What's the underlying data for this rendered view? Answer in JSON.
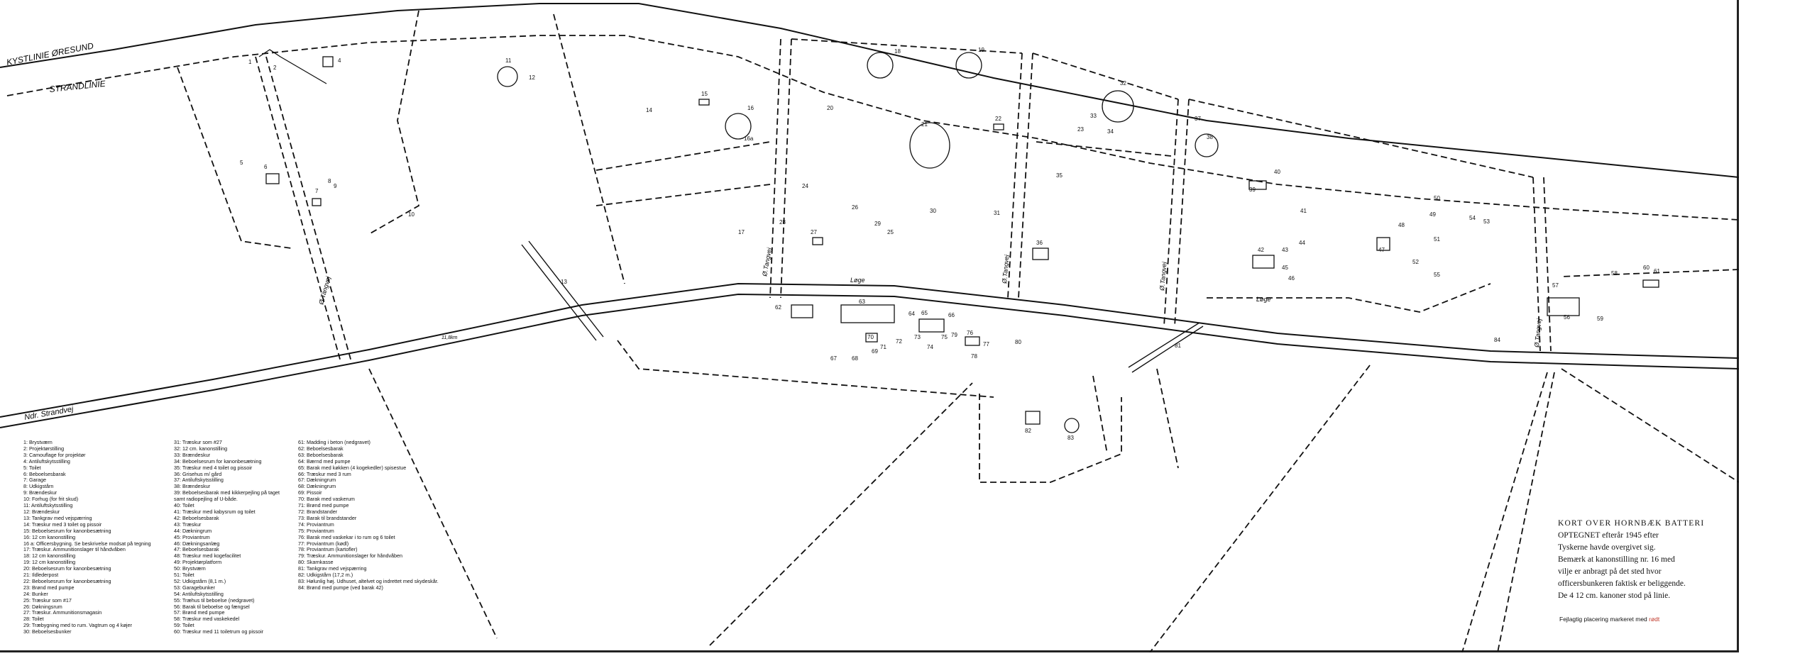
{
  "map_labels": {
    "coastline": "KYSTLINIE ØRESUND",
    "shoreline": "STRANDLINIE",
    "road_main": "Ndr. Strandvej",
    "road_tangvej_1": "Ø.Tangvej",
    "road_tangvej_2": "Ø.Tangvej",
    "road_tangvej_3": "Ø.Tangvej",
    "road_tangvej_4": "Ø.Tangvej",
    "road_tangvej_5": "Ø.Tangvej",
    "loege_1": "Løge",
    "loege_2": "Løge",
    "distance": "11,8km"
  },
  "legend": {
    "col1": [
      "1: Brystværn",
      "2: Projektørstilling",
      "3: Camouflage for projektør",
      "4: Antiluftskytsstilling",
      "5: Toilet",
      "6: Beboelsesbarak",
      "7: Garage",
      "8: Udkigstårn",
      "9: Brændeskur",
      "10: Forhug (for frit skud)",
      "11: Antiluftskytsstilling",
      "12: Brændeskur",
      "13: Tankgrav med vejspærring",
      "14: Træskur med 3 toilet og pissoir",
      "15: Beboelsesrum for kanonbesætning",
      "16: 12 cm kanonstilling",
      "16 a: Officersbygning. Se beskrivelse modsat på tegning",
      "17: Træskur. Ammunitionslager til håndvåben",
      "18: 12 cm kanonstilling",
      "19: 12 cm kanonstilling",
      "20: Beboelsesrum for kanonbesætning",
      "21: Ildlederpost",
      "22: Beboelsesrum for kanonbesætning",
      "23: Brønd med pumpe",
      "24: Bunker",
      "25: Træskur som #17",
      "26: Døkningsrum",
      "27: Træskur. Ammunitionsmagasin",
      "28: Toilet",
      "29: Træbygning med to rum. Vagtrum og 4 køjer",
      "30: Beboelsesbunker"
    ],
    "col2": [
      "31: Træskur som #27",
      "32: 12 cm. kanonstilling",
      "33: Brændeskur",
      "34: Beboelsesrum for kanonbesætning",
      "35: Træskur med 4 toilet og pissoir",
      "36: Grisehus m/ gård",
      "37: Antiluftskytsstilling",
      "38: Brændeskur",
      "39: Beboelsesbarak med kikkerpejling på taget",
      "samt radiopejling af U-både.",
      "40: Toilet",
      "41: Træskur med kabysrum og toilet",
      "42: Beboelsesbarak",
      "43: Træskur",
      "44: Dækningrum",
      "45: Proviantrum",
      "46: Dækningsanlæg",
      "47: Beboelsesbarak",
      "48: Træskur med kogefacilitet",
      "49: Projektørplatform",
      "50: Brystværn",
      "51: Toilet",
      "52: Udkigstårn (8,1 m.)",
      "53: Garagebunker",
      "54: Antiluftskytsstilling",
      "55: Træhus til beboelse (nedgravet)",
      "56: Barak til beboelse og fængsel",
      "57: Brønd med pumpe",
      "58: Træskur med vaskekedel",
      "59: Toilet",
      "60: Træskur med 11 toiletrum og pissoir"
    ],
    "col3": [
      "61: Madding i beton (nedgravet)",
      "62: Beboelsesbarak",
      "63: Beboelsesbarak",
      "64: Bærnd med pumpe",
      "65: Barak med køkken (4 kogekedler) spisestue",
      "66: Træskur med 3 rum",
      "67: Dækningrum",
      "68: Dækningrum",
      "69: Pissoir",
      "70: Barak med vaskerum",
      "71: Brønd med pumpe",
      "72: Brandstander",
      "73: Barak til brandstander",
      "74: Proviantrum",
      "75: Proviantrum",
      "76: Barak med vaskekar i to rum og 6 toilet",
      "77: Proviantrum (kødl)",
      "78: Proviantrum (kartofler)",
      "79: Træskur. Ammunitionslager for håndvåben",
      "80: Skarnkasse",
      "81: Tankgrav med vejspærring",
      "82: Udkigstårn (17,2 m.)",
      "83: Hølunlig høj. Udhuset, altelvet og indrettet med skydeskår.",
      "84: Brønd med pumpe (ved barak 42)"
    ]
  },
  "title_block": {
    "lines": [
      "KORT OVER HORNBÆK BATTERI",
      "OPTEGNET efterår 1945 efter",
      "Tyskerne havde overgivet sig.",
      "Bemærk at kanonstilling nr. 16 med",
      "vilje er anbragt på det sted hvor",
      "officersbunkeren faktisk er beliggende.",
      "De 4 12 cm. kanoner stod på linie."
    ]
  },
  "correction_note": {
    "text": "Fejlagtig placering markeret med",
    "highlight": "rødt",
    "highlight_color": "#c0392b"
  },
  "building_numbers": [
    "1",
    "2",
    "4",
    "5",
    "6",
    "7",
    "8",
    "9",
    "10",
    "11",
    "12",
    "13",
    "14",
    "15",
    "16",
    "16a",
    "17",
    "18",
    "19",
    "20",
    "21",
    "22",
    "23",
    "24",
    "25",
    "26",
    "27",
    "28",
    "29",
    "30",
    "31",
    "32",
    "33",
    "34",
    "35",
    "36",
    "37",
    "38",
    "39",
    "40",
    "41",
    "42",
    "43",
    "44",
    "45",
    "46",
    "47",
    "48",
    "49",
    "50",
    "51",
    "52",
    "53",
    "54",
    "55",
    "56",
    "57",
    "58",
    "59",
    "60",
    "61",
    "62",
    "63",
    "64",
    "65",
    "66",
    "67",
    "68",
    "69",
    "70",
    "71",
    "72",
    "73",
    "74",
    "75",
    "76",
    "77",
    "78",
    "79",
    "80",
    "81",
    "82",
    "83",
    "84"
  ]
}
